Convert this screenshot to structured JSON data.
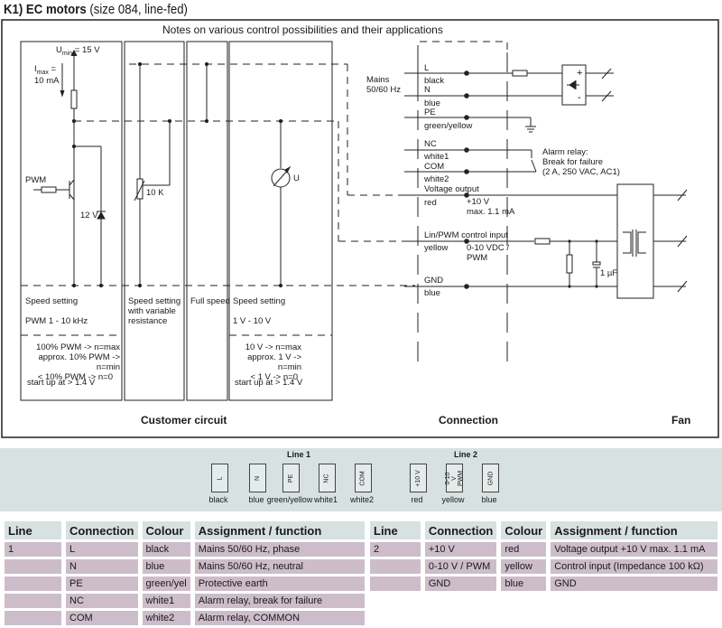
{
  "title": {
    "main": "K1) EC motors",
    "sub": "(size 084, line-fed)"
  },
  "diagram": {
    "notes_heading": "Notes on various control possibilities and their applications",
    "customer": {
      "umin": "U",
      "umin_sub": "min",
      "umin_val": "= 15 V",
      "imax": "I",
      "imax_sub": "max",
      "imax_val": "=",
      "imax_val2": "10 mA",
      "pwm_label": "PWM",
      "zener": "12 V",
      "pot": "10 K",
      "meter": "U",
      "boxes": [
        {
          "lines": [
            "Speed setting",
            "",
            "PWM 1 - 10 kHz"
          ],
          "notes": [
            "100% PWM -> n=max",
            "approx. 10% PWM -> n=min",
            "< 10% PWM -> n=0"
          ],
          "startup": "start up at > 1.4 V"
        },
        {
          "lines": [
            "Speed setting",
            "with variable",
            "resistance"
          ]
        },
        {
          "lines": [
            "Full speed"
          ]
        },
        {
          "lines": [
            "Speed setting",
            "",
            "1 V - 10 V"
          ],
          "notes": [
            "10 V -> n=max",
            "approx. 1 V -> n=min",
            "< 1 V -> n=0"
          ],
          "startup": "start up at > 1.4 V"
        }
      ]
    },
    "connection": {
      "mains": [
        "Mains",
        "50/60 Hz"
      ],
      "terminals": [
        {
          "top": "L",
          "bottom": "black"
        },
        {
          "top": "N",
          "bottom": "blue"
        },
        {
          "top": "PE",
          "bottom": "green/yellow"
        },
        {
          "top": "NC",
          "bottom": "white1"
        },
        {
          "top": "COM",
          "bottom": "white2"
        },
        {
          "top": "Voltage output",
          "bottom": "red",
          "extra": [
            "+10 V",
            "max. 1.1 mA"
          ]
        },
        {
          "top": "Lin/PWM control input",
          "bottom": "yellow",
          "extra": [
            "0-10 VDC /",
            "PWM"
          ]
        },
        {
          "top": "GND",
          "bottom": "blue"
        }
      ],
      "alarm": [
        "Alarm relay:",
        "Break for failure",
        "(2 A, 250 VAC, AC1)"
      ],
      "cap": "1 µF"
    },
    "section_labels": {
      "customer": "Customer circuit",
      "connection": "Connection",
      "fan": "Fan"
    }
  },
  "legend": {
    "line1": "Line 1",
    "line2": "Line 2",
    "terminals": [
      {
        "code": "L",
        "colour": "black"
      },
      {
        "code": "N",
        "colour": "blue"
      },
      {
        "code": "PE",
        "colour": "green/yellow"
      },
      {
        "code": "NC",
        "colour": "white1"
      },
      {
        "code": "COM",
        "colour": "white2"
      },
      {
        "code": "+10 V",
        "colour": "red"
      },
      {
        "code": "0-10 V PWM",
        "colour": "yellow"
      },
      {
        "code": "GND",
        "colour": "blue"
      }
    ]
  },
  "table_headers": [
    "Line",
    "Connection",
    "Colour",
    "Assignment / function"
  ],
  "table1": [
    [
      "1",
      "L",
      "black",
      "Mains 50/60 Hz, phase"
    ],
    [
      "",
      "N",
      "blue",
      "Mains 50/60 Hz, neutral"
    ],
    [
      "",
      "PE",
      "green/yel",
      "Protective earth"
    ],
    [
      "",
      "NC",
      "white1",
      "Alarm relay, break for failure"
    ],
    [
      "",
      "COM",
      "white2",
      "Alarm relay, COMMON"
    ]
  ],
  "table2": [
    [
      "2",
      "+10 V",
      "red",
      "Voltage output +10 V max. 1.1 mA"
    ],
    [
      "",
      "0-10 V / PWM",
      "yellow",
      "Control input (Impedance 100 kΩ)"
    ],
    [
      "",
      "GND",
      "blue",
      "GND"
    ]
  ],
  "colors": {
    "band": "#d6e1e0",
    "cell": "#cdbdca",
    "line": "#222222"
  }
}
